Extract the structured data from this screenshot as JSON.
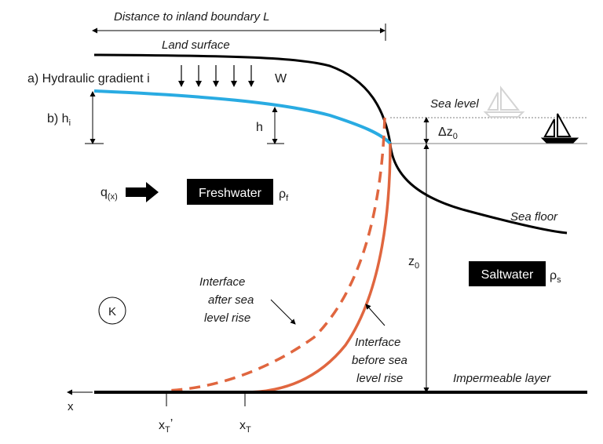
{
  "labels": {
    "distance_boundary": "Distance to inland boundary L",
    "land_surface": "Land surface",
    "hydraulic_gradient": "a) Hydraulic gradient i",
    "w": "W",
    "hi_main": "b) h",
    "hi_sub": "i",
    "h": "h",
    "sea_level": "Sea level",
    "dz_main": "Δz",
    "dz_sub": "0",
    "q_main": "q",
    "q_sub": "(x)",
    "freshwater": "Freshwater",
    "rho_f_main": "ρ",
    "rho_f_sub": "f",
    "sea_floor": "Sea floor",
    "z0_main": "z",
    "z0_sub": "0",
    "saltwater": "Saltwater",
    "rho_s_main": "ρ",
    "rho_s_sub": "s",
    "k": "K",
    "interface_after_1": "Interface",
    "interface_after_2": "after sea",
    "interface_after_3": "level rise",
    "interface_before_1": "Interface",
    "interface_before_2": "before sea",
    "interface_before_3": "level rise",
    "impermeable": "Impermeable layer",
    "x_axis": "x",
    "xt_prime_main": "x",
    "xt_prime_sub": "T",
    "xt_prime_mark": "’",
    "xt_main": "x",
    "xt_sub": "T"
  },
  "colors": {
    "water_table": "#29abe2",
    "interface": "#e0663f",
    "line": "#000000",
    "label_box": "#000000",
    "label_box_text": "#ffffff",
    "faded_boat": "#d4d4d4"
  },
  "icons": {
    "boat_faded": "sailboat-icon",
    "boat_current": "sailboat-icon",
    "flow_arrow": "arrow-right-icon",
    "recharge_arrows": "arrow-down-icon"
  }
}
